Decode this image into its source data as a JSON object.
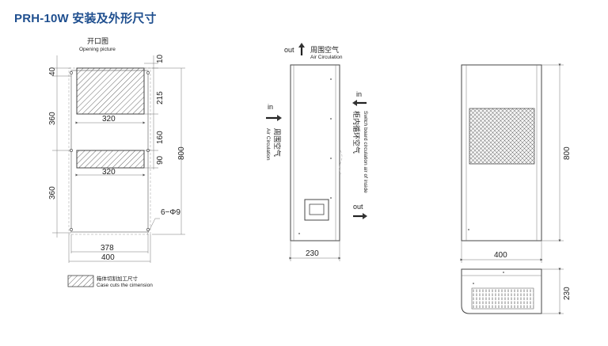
{
  "title": "PRH-10W 安装及外形尺寸",
  "opening_view": {
    "caption_cn": "开口图",
    "caption_en": "Opening picture",
    "dims": {
      "top_margin": "40",
      "top_gap": "10",
      "upper_height": "360",
      "lower_height": "360",
      "upper_cut_height": "215",
      "middle_gap": "160",
      "lower_cut_height": "90",
      "total_height": "800",
      "upper_cut_width": "320",
      "lower_cut_width": "320",
      "inner_width": "378",
      "outer_width": "400",
      "holes": "6−Φ9"
    },
    "legend_cn": "箱体切割加工尺寸",
    "legend_en": "Case cuts the cimension"
  },
  "side_view": {
    "out_top": "out",
    "top_flow_cn": "周围空气",
    "top_flow_en": "Air Circulation",
    "in_left": "in",
    "left_flow_cn": "周围空气",
    "left_flow_en": "Air Circulation",
    "in_right": "in",
    "right_flow_cn": "柜内循环空气",
    "right_flow_en": "Switch board circulation air of inside",
    "out_right": "out",
    "depth": "230"
  },
  "front_view": {
    "height": "800",
    "width": "400"
  },
  "bottom_view": {
    "depth": "230"
  }
}
